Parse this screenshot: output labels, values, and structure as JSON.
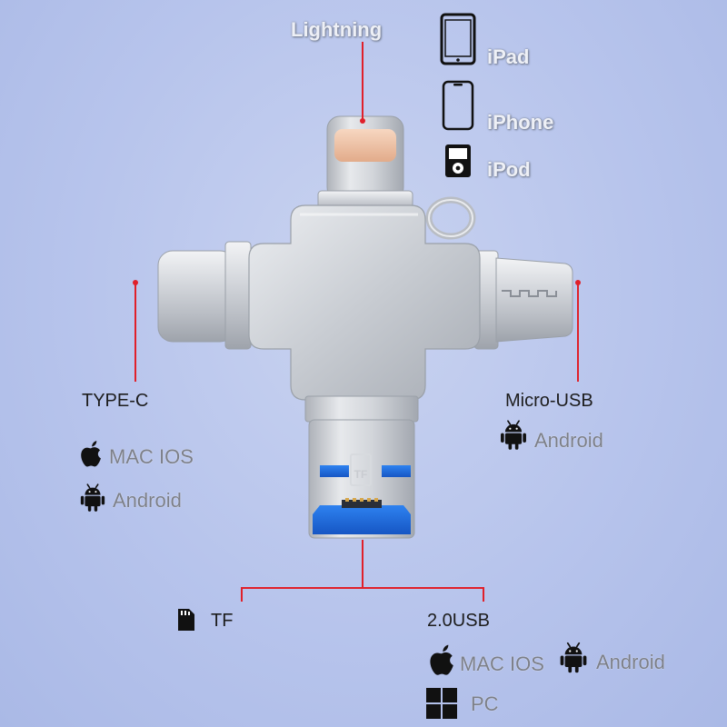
{
  "labels": {
    "lightning": "Lightning",
    "type_c": "TYPE-C",
    "micro_usb": "Micro-USB",
    "tf": "TF",
    "usb": "2.0USB",
    "card_slot": "TF"
  },
  "lightning_devices": [
    "iPad",
    "iPhone",
    "iPod"
  ],
  "type_c_systems": [
    "MAC IOS",
    "Android"
  ],
  "micro_usb_systems": [
    "Android"
  ],
  "usb_systems": [
    "MAC IOS",
    "Android",
    "PC"
  ],
  "colors": {
    "background": "#b7c4ec",
    "leader_line": "#e0202a",
    "usb_blue": "#1f6fe0"
  },
  "icons": {
    "ipad": "ipad-icon",
    "iphone": "iphone-icon",
    "ipod": "ipod-icon",
    "apple": "apple-icon",
    "android": "android-icon",
    "windows": "windows-icon",
    "sd_card": "sd-card-icon"
  }
}
